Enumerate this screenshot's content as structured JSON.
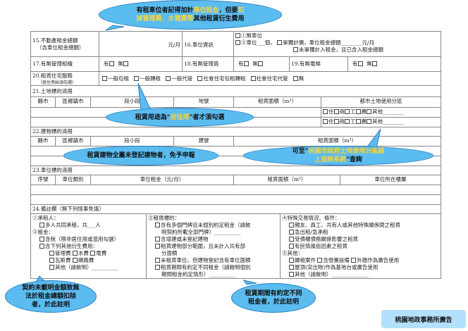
{
  "row15": {
    "label1": "15.不動產租金總額",
    "label2": "（含車位租金總額）",
    "unit": "元/月",
    "label16": "16.車位資訊",
    "opt1": "①無車位",
    "opt2": "②車位___個，",
    "opt2a": "單獨計價，車位租金總額________元/月",
    "opt2b": "未單獨計入租金，且已含入租金總額"
  },
  "row17": {
    "label17": "17.有無管理組織",
    "label18": "18.有無管理員",
    "label19": "19.有無電梯",
    "yes": "有",
    "no": "無"
  },
  "row20": {
    "label1": "20.租賃住宅服務",
    "label2": "（居住用始須勾選）",
    "options": [
      "一般包租",
      "一般轉租",
      "一般代管",
      "社會住宅包租轉租",
      "社會住宅代管",
      "無"
    ]
  },
  "row21": {
    "title": "21.土地標的清冊",
    "headers": [
      "縣市",
      "區鄉鎮市",
      "段小段",
      "地號",
      "租賃面積（m²）",
      "都市土地使用分區"
    ],
    "zoning": [
      "住",
      "商",
      "工",
      "農",
      "其他"
    ]
  },
  "row22": {
    "title": "22.建物標的清冊",
    "headers": [
      "縣市",
      "區鄉鎮市",
      "段小段",
      "建號",
      "租賃面積（m²）"
    ]
  },
  "row23": {
    "title": "23.車位標的清冊",
    "headers": [
      "序號",
      "車位類別",
      "車位租金（元/月）",
      "租賃面積（m²）",
      "車位所在樓層"
    ]
  },
  "row24": {
    "title": "24.備註欄（無下列情事免填）",
    "col1": [
      "①承租人：",
      "多人共同承租，共___人",
      "②租金：",
      "含稅（限非居住用或混用勾選）",
      "含下列其他衍生費用：",
      "管理費",
      "水費",
      "電費",
      "瓦斯費",
      "網路費",
      "其他（請敘明）__________"
    ],
    "col2": [
      "③租賃標的：",
      "含有多個門牌且未個別約定租金（請敘",
      "明契約所載全部門牌）__________",
      "含增建或未登記建物",
      "租賃建物部分範圍，且未計入共有部",
      "分面積",
      "未租賃車位，但建物登記含有車位面積",
      "租賃期間有約定不同租金（請敘明個別",
      "期間租金約定情形）__________"
    ],
    "col3": [
      "④特殊交易情況、條件：",
      "親友、員工、共有人或其他特殊關係間之租賃",
      "急出租/急承租",
      "受債權債務關係影響之租賃",
      "有民情風俗因素之租賃",
      "⑤其他：",
      "續租案件",
      "含營業設備",
      "外牆作為廣告使用",
      "屋頂(突出物)作為基地台或廣告使用",
      "其他（請敘明）______________"
    ]
  },
  "callouts": {
    "parking": {
      "a": "有租車位者記得加計",
      "b": "車位租金",
      "c": "，但要",
      "d": "扣",
      "e": "掉管理費、水電費等",
      "f": "其他租賃衍生費用"
    },
    "zoning": {
      "a": "可至\"",
      "b": "桃園市政府",
      "c": "土地使用分區線",
      "d": "上查詢系統",
      "e": "\"查詢"
    },
    "usage": {
      "a": "租賃用途為\"",
      "b": "居住",
      "c": "用",
      "d": "\"者才須勾選"
    },
    "unregistered": {
      "a": "租賃建物全屬未登記",
      "b": "建物者，免予申報"
    },
    "fees": {
      "a": "契約未載明金額致無",
      "b": "法於租金總額扣除",
      "c": "者，於此註明"
    },
    "period": {
      "a": "租賃期間有約定不同",
      "b": "租金者，於此註明"
    }
  },
  "footer": "桃園地政事務所廣告",
  "colors": {
    "bubble": "#5bbcf0",
    "highlight": "#f5d33a",
    "ad": "#b3e0fb"
  }
}
